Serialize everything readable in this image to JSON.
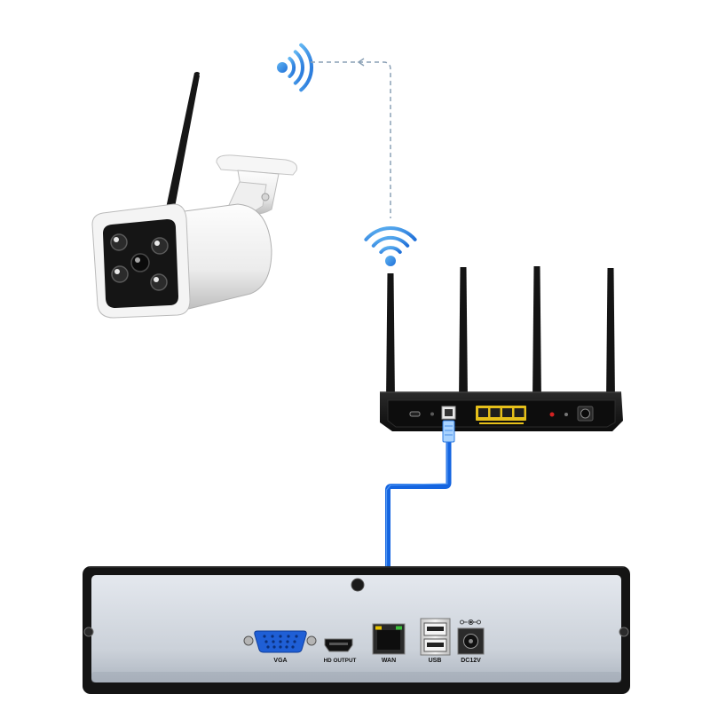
{
  "nvr": {
    "ports": {
      "vga_label": "VGA",
      "hdmi_label": "HD OUTPUT",
      "wan_label": "WAN",
      "usb_label": "USB",
      "dc_label": "DC12V"
    }
  },
  "colors": {
    "ethernet_cable": "#1565e0",
    "wifi_light": "#62b6f2",
    "wifi_dark": "#1f6fd8",
    "vga_connector": "#1f5fd6",
    "lan_ports": "#e5bf1a",
    "wan_led_green": "#3cc03c",
    "wan_led_yellow": "#e8c300",
    "link_line": "#8aa0b5"
  },
  "icons": {
    "camera_signal": "wifi-signal-icon",
    "router_signal": "wifi-signal-icon",
    "link_direction": "arrow-left-icon",
    "dc_polarity": "dc-polarity-icon"
  }
}
